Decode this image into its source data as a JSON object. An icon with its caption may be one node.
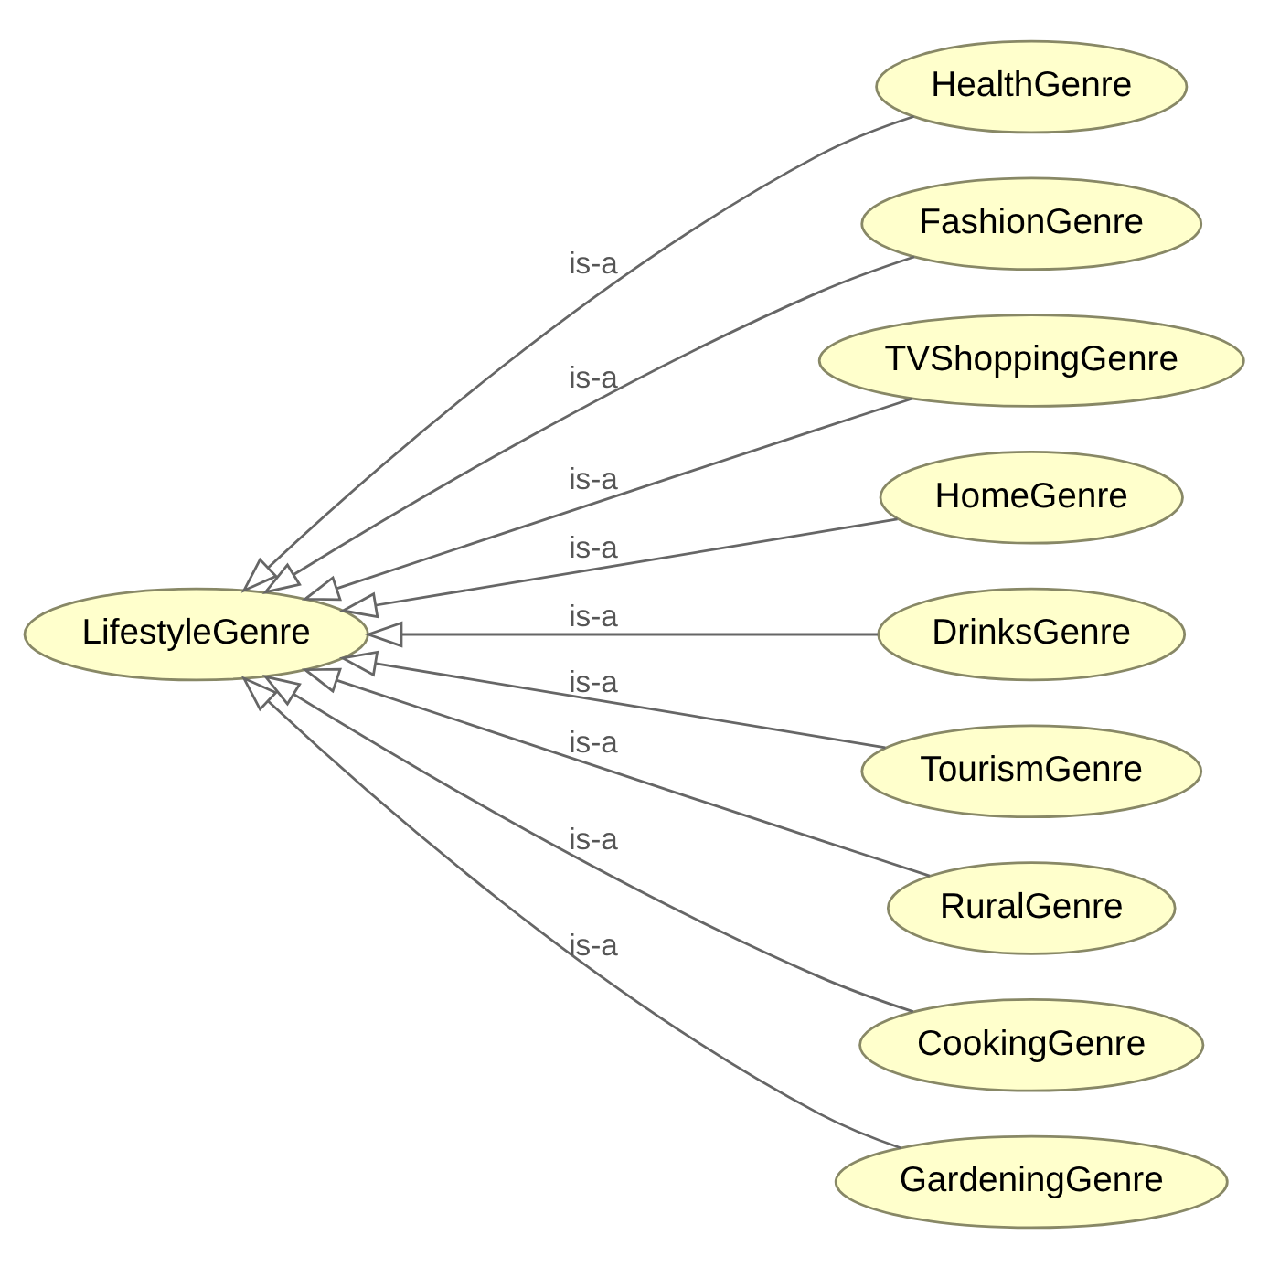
{
  "diagram": {
    "nodes": [
      {
        "text": [
          "LifestyleGenre"
        ]
      },
      {
        "text": [
          "HealthGenre"
        ]
      },
      {
        "text": [
          "FashionGenre"
        ]
      },
      {
        "text": [
          "TVShoppingGenre"
        ]
      },
      {
        "text": [
          "HomeGenre"
        ]
      },
      {
        "text": [
          "DrinksGenre"
        ]
      },
      {
        "text": [
          "TourismGenre"
        ]
      },
      {
        "text": [
          "RuralGenre"
        ]
      },
      {
        "text": [
          "CookingGenre"
        ]
      },
      {
        "text": [
          "GardeningGenre"
        ]
      }
    ],
    "edges": [
      {
        "from": 1,
        "to": 0,
        "arrow": "to",
        "label": "is-a"
      },
      {
        "from": 2,
        "to": 0,
        "arrow": "to",
        "label": "is-a"
      },
      {
        "from": 3,
        "to": 0,
        "arrow": "to",
        "label": "is-a"
      },
      {
        "from": 4,
        "to": 0,
        "arrow": "to",
        "label": "is-a"
      },
      {
        "from": 5,
        "to": 0,
        "arrow": "to",
        "label": "is-a"
      },
      {
        "from": 6,
        "to": 0,
        "arrow": "to",
        "label": "is-a"
      },
      {
        "from": 7,
        "to": 0,
        "arrow": "to",
        "label": "is-a"
      },
      {
        "from": 8,
        "to": 0,
        "arrow": "to",
        "label": "is-a"
      },
      {
        "from": 9,
        "to": 0,
        "arrow": "to",
        "label": "is-a"
      }
    ]
  }
}
